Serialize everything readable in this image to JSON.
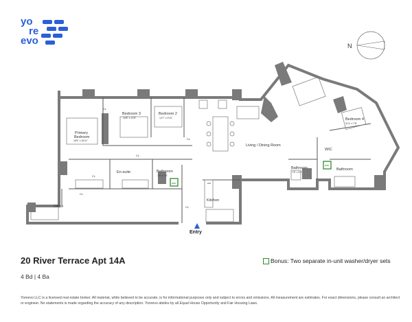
{
  "brand": {
    "logo_text": [
      "yo",
      "re",
      "evo"
    ],
    "color": "#2a5fd8"
  },
  "listing": {
    "title": "20 River Terrace Apt 14A",
    "summary": "4 Bd | 4 Ba",
    "bonus_text": "Bonus: Two separate in-unit washer/dryer sets",
    "disclaimer": "Yoreevo LLC is a licensed real estate broker. All material, while believed to be accurate, is for informational purposes only and subject to errors and omissions. All measurement are estimates. For exact dimensions, please consult an architect or engineer. No statements is made regarding the accuracy of any description. Yoreevo abides by all Equal House Opportunity and Fair Housing Laws."
  },
  "compass": {
    "label": "N"
  },
  "entry": {
    "label": "Entry"
  },
  "rooms": {
    "primary_bedroom": {
      "name": "Primary",
      "name2": "Bedroom",
      "dims": "16'6\" x 16'11\""
    },
    "bedroom3": {
      "name": "Bedroom 3",
      "dims": "10'8\" x 11'8\""
    },
    "bedroom2": {
      "name": "Bedroom 2",
      "dims": "12'7\" x 9'10\""
    },
    "bedroom4": {
      "name": "Bedroom 4",
      "dims": "11'4\" x 7'8\""
    },
    "living": {
      "name": "Living / Dining Room"
    },
    "ensuite": {
      "name": "En-suite"
    },
    "bath1": {
      "name": "Bathroom",
      "dims": "7'8\" x 7'4\""
    },
    "bath2": {
      "name": "Bathroom",
      "dims": "7'8\" x 5'4\""
    },
    "bath3": {
      "name": "Bathroom"
    },
    "kitchen": {
      "name": "Kitchen"
    },
    "office": {
      "name": "Office"
    },
    "wic": {
      "name": "WIC"
    },
    "cl": "CL",
    "wd": "W/D",
    "dw": "DW"
  },
  "colors": {
    "wall": "#7a7a7a",
    "line": "#555555",
    "accent": "#2a5fd8",
    "washer": "#2e8b2e"
  }
}
